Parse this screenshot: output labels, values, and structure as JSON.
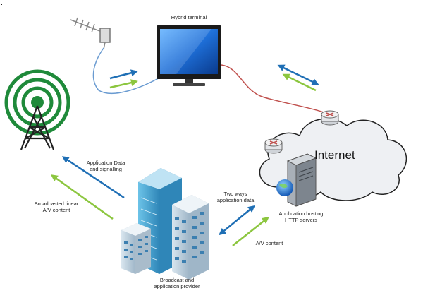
{
  "corner_mark": ".",
  "labels": {
    "hybrid_terminal": "Hybrid terminal",
    "internet": "Internet",
    "application_data": "Application Data\nand signalling",
    "broadcasted_linear": "Broadcasted linear\nA/V content",
    "two_ways": "Two ways\napplication data",
    "app_hosting": "Application hosting\nHTTP servers",
    "av_content": "A/V content",
    "provider": "Broadcast and\napplication provider"
  },
  "colors": {
    "arrow_blue": "#1f6fb5",
    "arrow_green": "#8cc63f",
    "cable_blue": "#6a9bd1",
    "cable_red": "#c0504d",
    "tower_green": "#1f8a3a",
    "building_blue": "#4a9bc8"
  }
}
